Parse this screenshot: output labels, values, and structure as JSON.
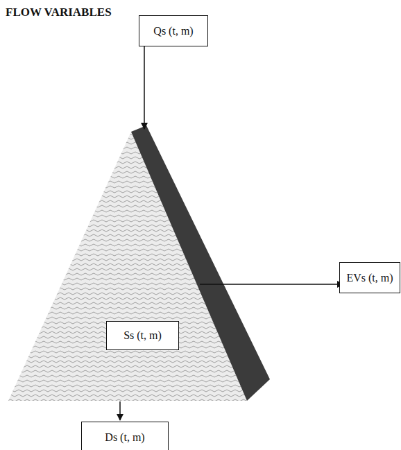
{
  "diagram": {
    "title": "FLOW VARIABLES",
    "nodes": [
      {
        "text": [
          "Qs (t, m)"
        ]
      },
      {
        "text": [
          "EVs (t, m)"
        ]
      },
      {
        "text": [
          "Ss (t, m)"
        ]
      },
      {
        "text": [
          "Ds (t, m)"
        ]
      }
    ]
  }
}
